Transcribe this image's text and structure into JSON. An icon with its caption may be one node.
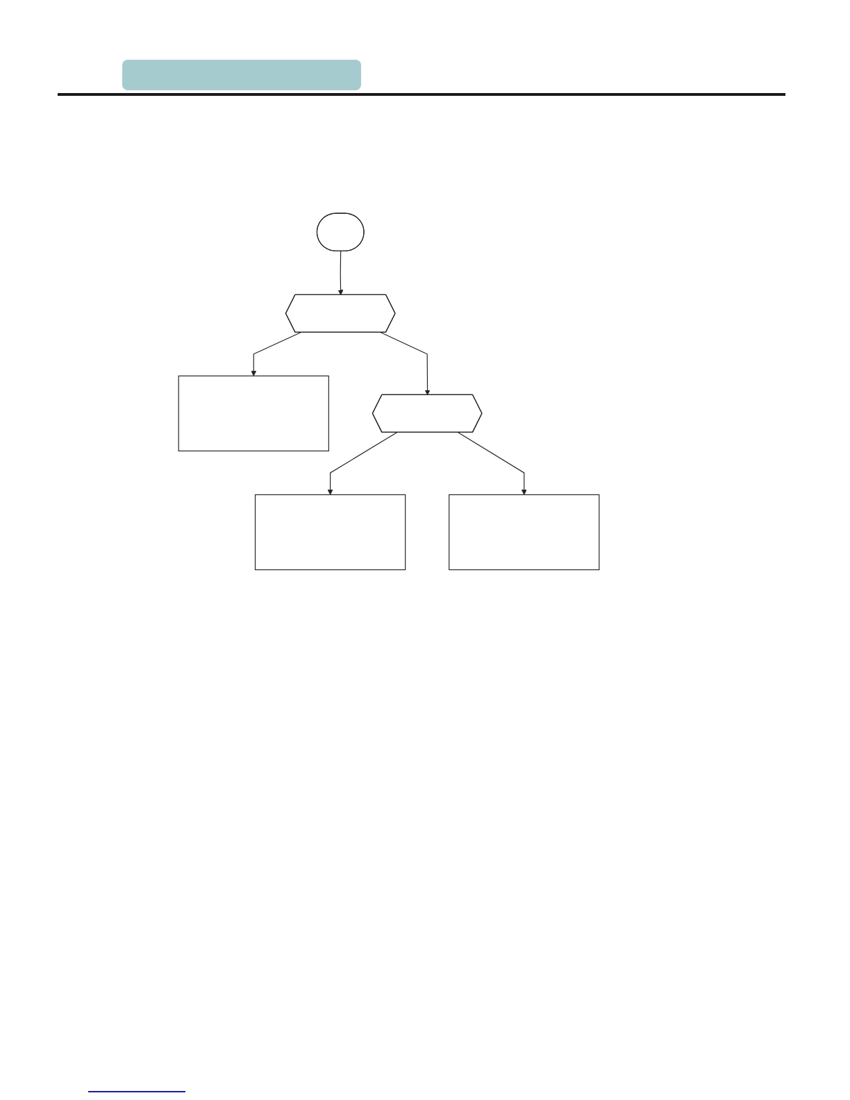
{
  "diagram": {
    "nodes": [
      {
        "text": [],
        "shape": "stadium"
      },
      {
        "text": [],
        "shape": "hexagon"
      },
      {
        "text": [],
        "shape": "box"
      },
      {
        "text": [],
        "shape": "hexagon"
      },
      {
        "text": [],
        "shape": "box"
      },
      {
        "text": [],
        "shape": "box"
      }
    ],
    "edges": [
      {
        "from": 0,
        "to": 1,
        "arrow": "to"
      },
      {
        "from": 1,
        "to": 2,
        "arrow": "to"
      },
      {
        "from": 1,
        "to": 3,
        "arrow": "to"
      },
      {
        "from": 3,
        "to": 4,
        "arrow": "to"
      },
      {
        "from": 3,
        "to": 5,
        "arrow": "to"
      }
    ]
  }
}
